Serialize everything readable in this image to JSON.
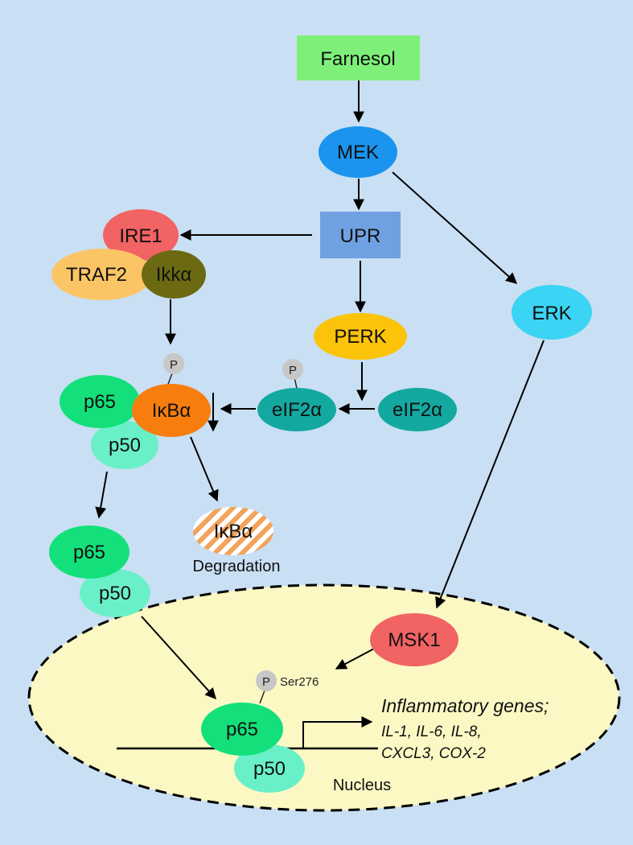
{
  "colors": {
    "background": "#c9dff3",
    "farnesol": "#7ef07a",
    "mek": "#1a94ee",
    "upr": "#6fa0e2",
    "ire1": "#f26363",
    "traf2": "#fbc566",
    "ikka": "#6b6a12",
    "perk": "#fbc30a",
    "erk": "#3cd4f4",
    "eif2a": "#13a8a0",
    "p65": "#13e07a",
    "p50": "#6af0c8",
    "ikba": "#f77e0e",
    "ikba_degraded_stripe": "#f2a35c",
    "msk1": "#f26363",
    "phospho": "#c7c7c7",
    "nucleus": "#fbf8c4"
  },
  "nodes": {
    "farnesol": "Farnesol",
    "mek": "MEK",
    "upr": "UPR",
    "ire1": "IRE1",
    "traf2": "TRAF2",
    "ikka": "Ikkα",
    "perk": "PERK",
    "erk": "ERK",
    "eif2a_phospho": "eIF2α",
    "eif2a": "eIF2α",
    "p65_cytoplasm": "p65",
    "p50_cytoplasm": "p50",
    "ikba": "IκBα",
    "ikba_degraded": "IκBα",
    "degradation": "Degradation",
    "p65_free": "p65",
    "p50_free": "p50",
    "msk1": "MSK1",
    "p65_nucleus": "p65",
    "p50_nucleus": "p50"
  },
  "phospho_label": "P",
  "ser_label": "Ser276",
  "genes": {
    "title": "Inflammatory genes;",
    "line1": "IL-1, IL-6, IL-8,",
    "line2": "CXCL3, COX-2"
  },
  "nucleus_label": "Nucleus"
}
